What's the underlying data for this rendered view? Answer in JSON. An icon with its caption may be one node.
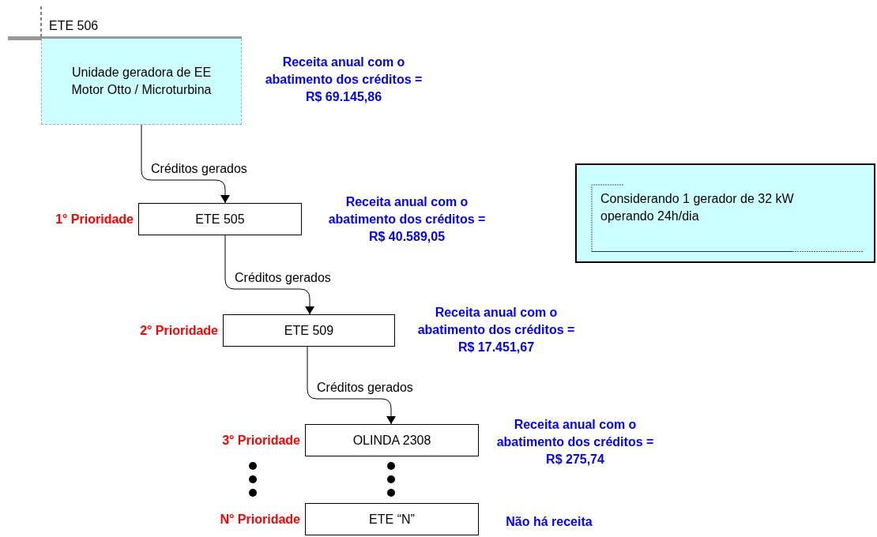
{
  "diagram": {
    "nodes": [
      {
        "text": [
          "ETE 506",
          "Unidade geradora de EE Motor Otto / Microturbina"
        ],
        "beside": [
          "Receita anual com o abatimento dos créditos = R$ 69.145,86"
        ]
      },
      {
        "text": [
          "ETE 505"
        ],
        "beside": [
          "1° Prioridade",
          "Receita anual com o abatimento dos créditos = R$ 40.589,05"
        ]
      },
      {
        "text": [
          "ETE 509"
        ],
        "beside": [
          "2° Prioridade",
          "Receita anual com o abatimento dos créditos = R$ 17.451,67"
        ]
      },
      {
        "text": [
          "OLINDA 2308"
        ],
        "beside": [
          "3° Prioridade",
          "Receita anual com o abatimento dos créditos = R$ 275,74"
        ]
      },
      {
        "text": [
          "ETE “N”"
        ],
        "beside": [
          "N° Prioridade",
          "Não há receita"
        ]
      },
      {
        "text": [
          "Considerando 1 gerador de 32 kW operando 24h/dia"
        ]
      }
    ],
    "edges": [
      {
        "from": 0,
        "to": 1,
        "arrow": "to",
        "label": "Créditos gerados"
      },
      {
        "from": 1,
        "to": 2,
        "arrow": "to",
        "label": "Créditos gerados"
      },
      {
        "from": 2,
        "to": 3,
        "arrow": "to",
        "label": "Créditos gerados"
      }
    ]
  }
}
